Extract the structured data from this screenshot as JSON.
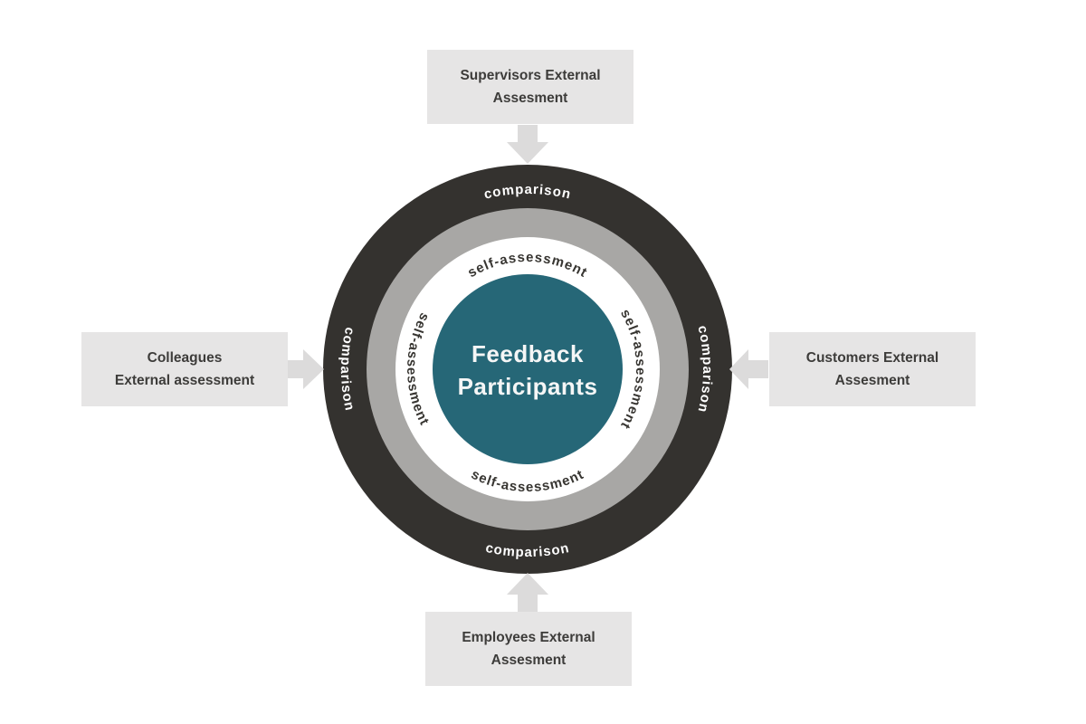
{
  "diagram": {
    "center_circle": {
      "line1": "Feedback",
      "line2": "Participants"
    },
    "rings": {
      "outer_label": "comparison",
      "inner_label": "self-assessment"
    },
    "colors": {
      "teal_center": "#266777",
      "dark_ring": "#34322f",
      "gray_ring": "#a8a7a5",
      "white_ring": "#ffffff",
      "box_bg": "#e6e5e5",
      "arrow": "#dcdbdb",
      "box_text": "#3d3c3a"
    },
    "boxes": {
      "supervisors": {
        "line1": "Supervisors External",
        "line2": "Assesment"
      },
      "colleagues": {
        "line1": "Colleagues",
        "line2": "External assessment"
      },
      "customers": {
        "line1": "Customers External",
        "line2": "Assesment"
      },
      "employees": {
        "line1": "Employees External",
        "line2": "Assesment"
      }
    }
  }
}
